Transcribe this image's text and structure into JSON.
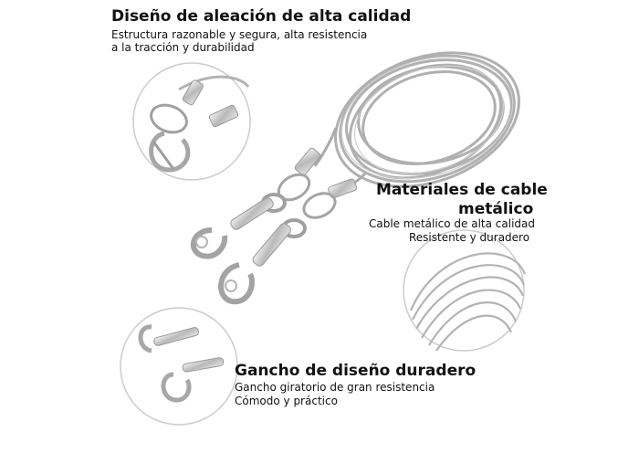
{
  "features": [
    {
      "title": "Diseño de aleación de alta calidad",
      "lines": [
        "Estructura razonable y segura, alta resistencia",
        "a la tracción y durabilidad"
      ]
    },
    {
      "title_line1": "Materiales de cable",
      "title_line2": "metálico",
      "lines": [
        "Cable metálico de alta calidad",
        "Resistente y duradero"
      ]
    },
    {
      "title": "Gancho de diseño duradero",
      "lines": [
        "Gancho giratorio de gran resistencia",
        "Cómodo y práctico"
      ]
    }
  ],
  "colors": {
    "cable": "#a9a9a9",
    "metal": "#c7c7c7",
    "circle": "#cfcfcf",
    "text": "#111111"
  }
}
